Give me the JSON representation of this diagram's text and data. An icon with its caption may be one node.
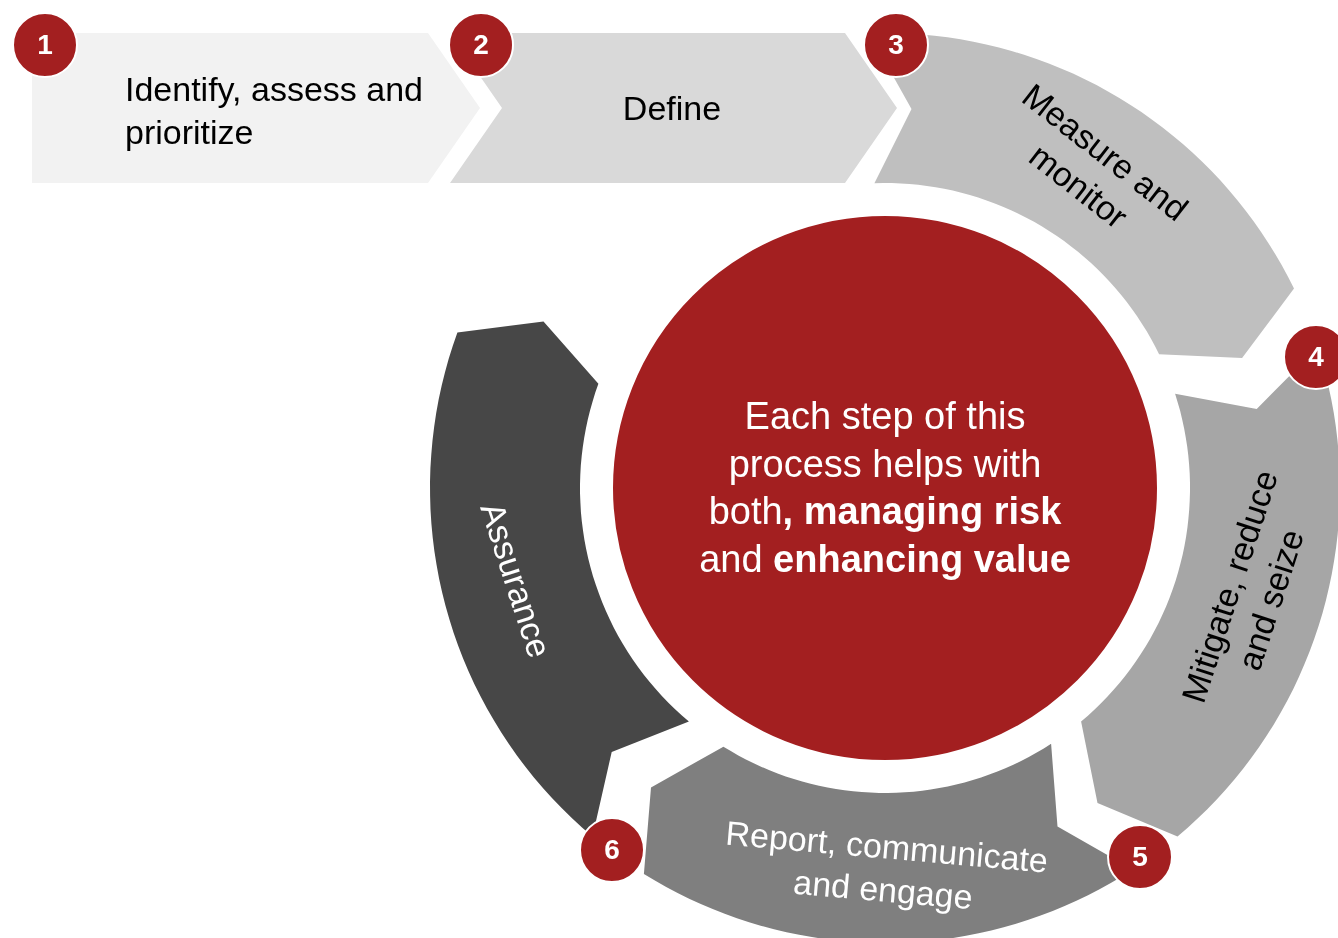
{
  "diagram": {
    "nodes": [
      {
        "text": [
          "1"
        ]
      },
      {
        "text": [
          "Identify, assess and prioritize"
        ]
      },
      {
        "text": [
          "2"
        ]
      },
      {
        "text": [
          "Define"
        ]
      },
      {
        "text": [
          "3"
        ]
      },
      {
        "text": [
          "Measure and monitor"
        ]
      },
      {
        "text": [
          "4"
        ]
      },
      {
        "text": [
          "Mitigate, reduce and seize"
        ]
      },
      {
        "text": [
          "5"
        ]
      },
      {
        "text": [
          "Report, communicate and engage"
        ]
      },
      {
        "text": [
          "6"
        ]
      },
      {
        "text": [
          "Assurance"
        ]
      },
      {
        "text": [
          "Each step of this process helps with both**, managing risk** and **enhancing value**"
        ]
      }
    ]
  }
}
